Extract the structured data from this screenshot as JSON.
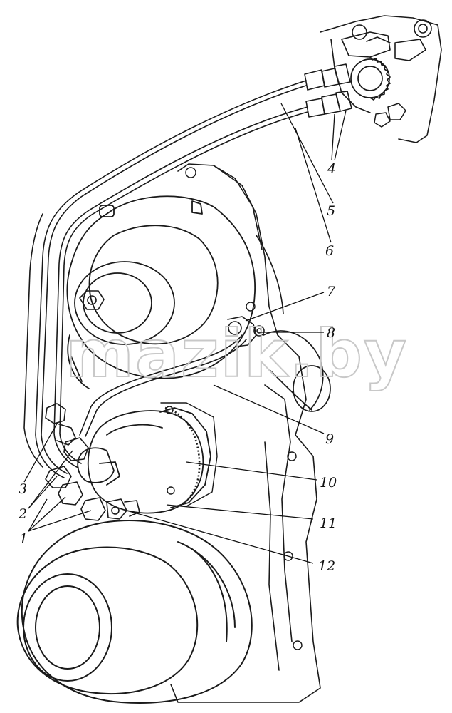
{
  "watermark": "mazik.by",
  "callouts": [
    {
      "id": "1",
      "label": "1"
    },
    {
      "id": "2",
      "label": "2"
    },
    {
      "id": "3",
      "label": "3"
    },
    {
      "id": "4",
      "label": "4"
    },
    {
      "id": "5",
      "label": "5"
    },
    {
      "id": "6",
      "label": "6"
    },
    {
      "id": "7",
      "label": "7"
    },
    {
      "id": "8",
      "label": "8"
    },
    {
      "id": "9",
      "label": "9"
    },
    {
      "id": "10",
      "label": "10"
    },
    {
      "id": "11",
      "label": "11"
    },
    {
      "id": "12",
      "label": "12"
    }
  ],
  "colors": {
    "ink": "#1a1a1a",
    "watermark": "#c8c8c8",
    "background": "#ffffff"
  }
}
